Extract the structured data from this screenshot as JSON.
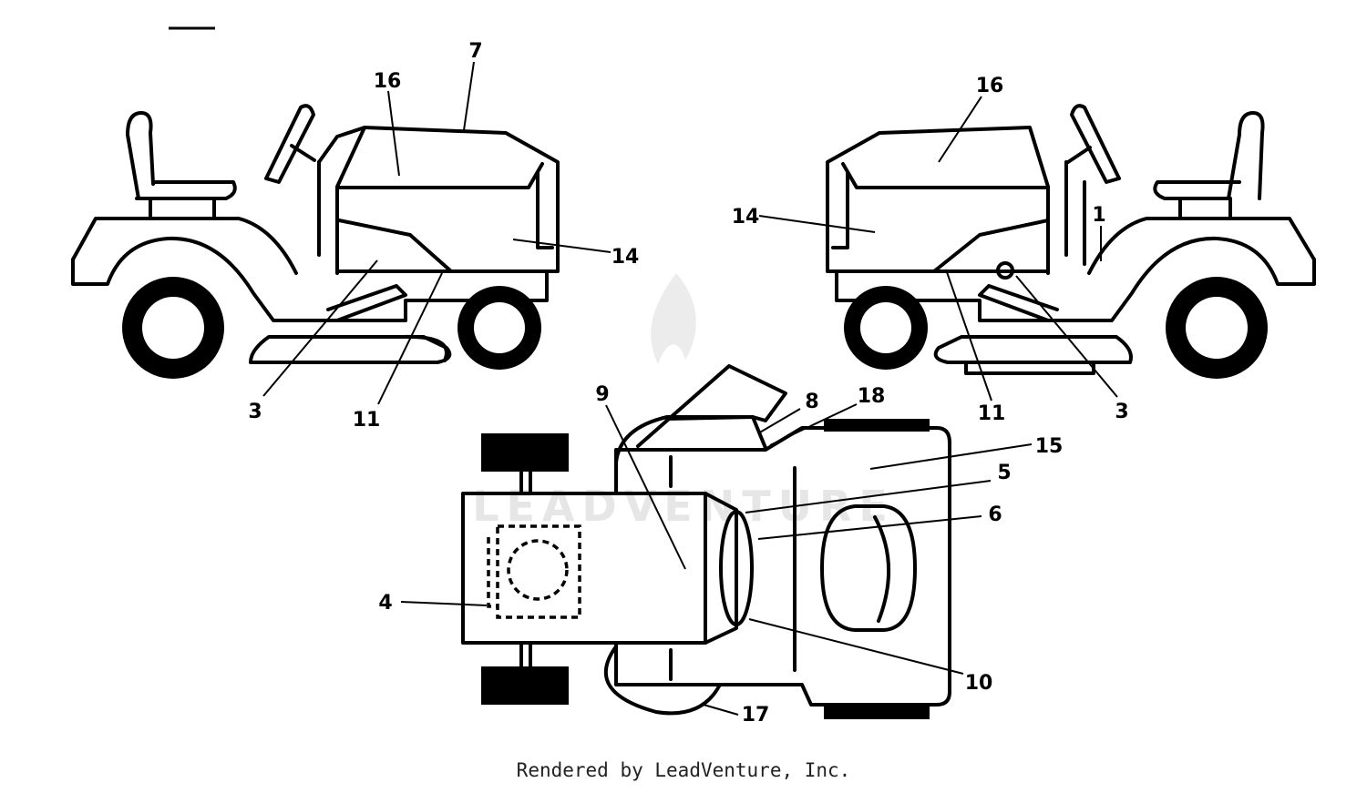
{
  "callouts": {
    "left_view": [
      "16",
      "7",
      "14",
      "3",
      "11"
    ],
    "right_view": [
      "16",
      "14",
      "1",
      "11",
      "3"
    ],
    "top_view": [
      "9",
      "8",
      "18",
      "15",
      "5",
      "6",
      "4",
      "10",
      "17"
    ]
  },
  "watermark": {
    "text": "LEADVENTURE"
  },
  "footer": {
    "rendered_by": "Rendered by LeadVenture, Inc."
  }
}
